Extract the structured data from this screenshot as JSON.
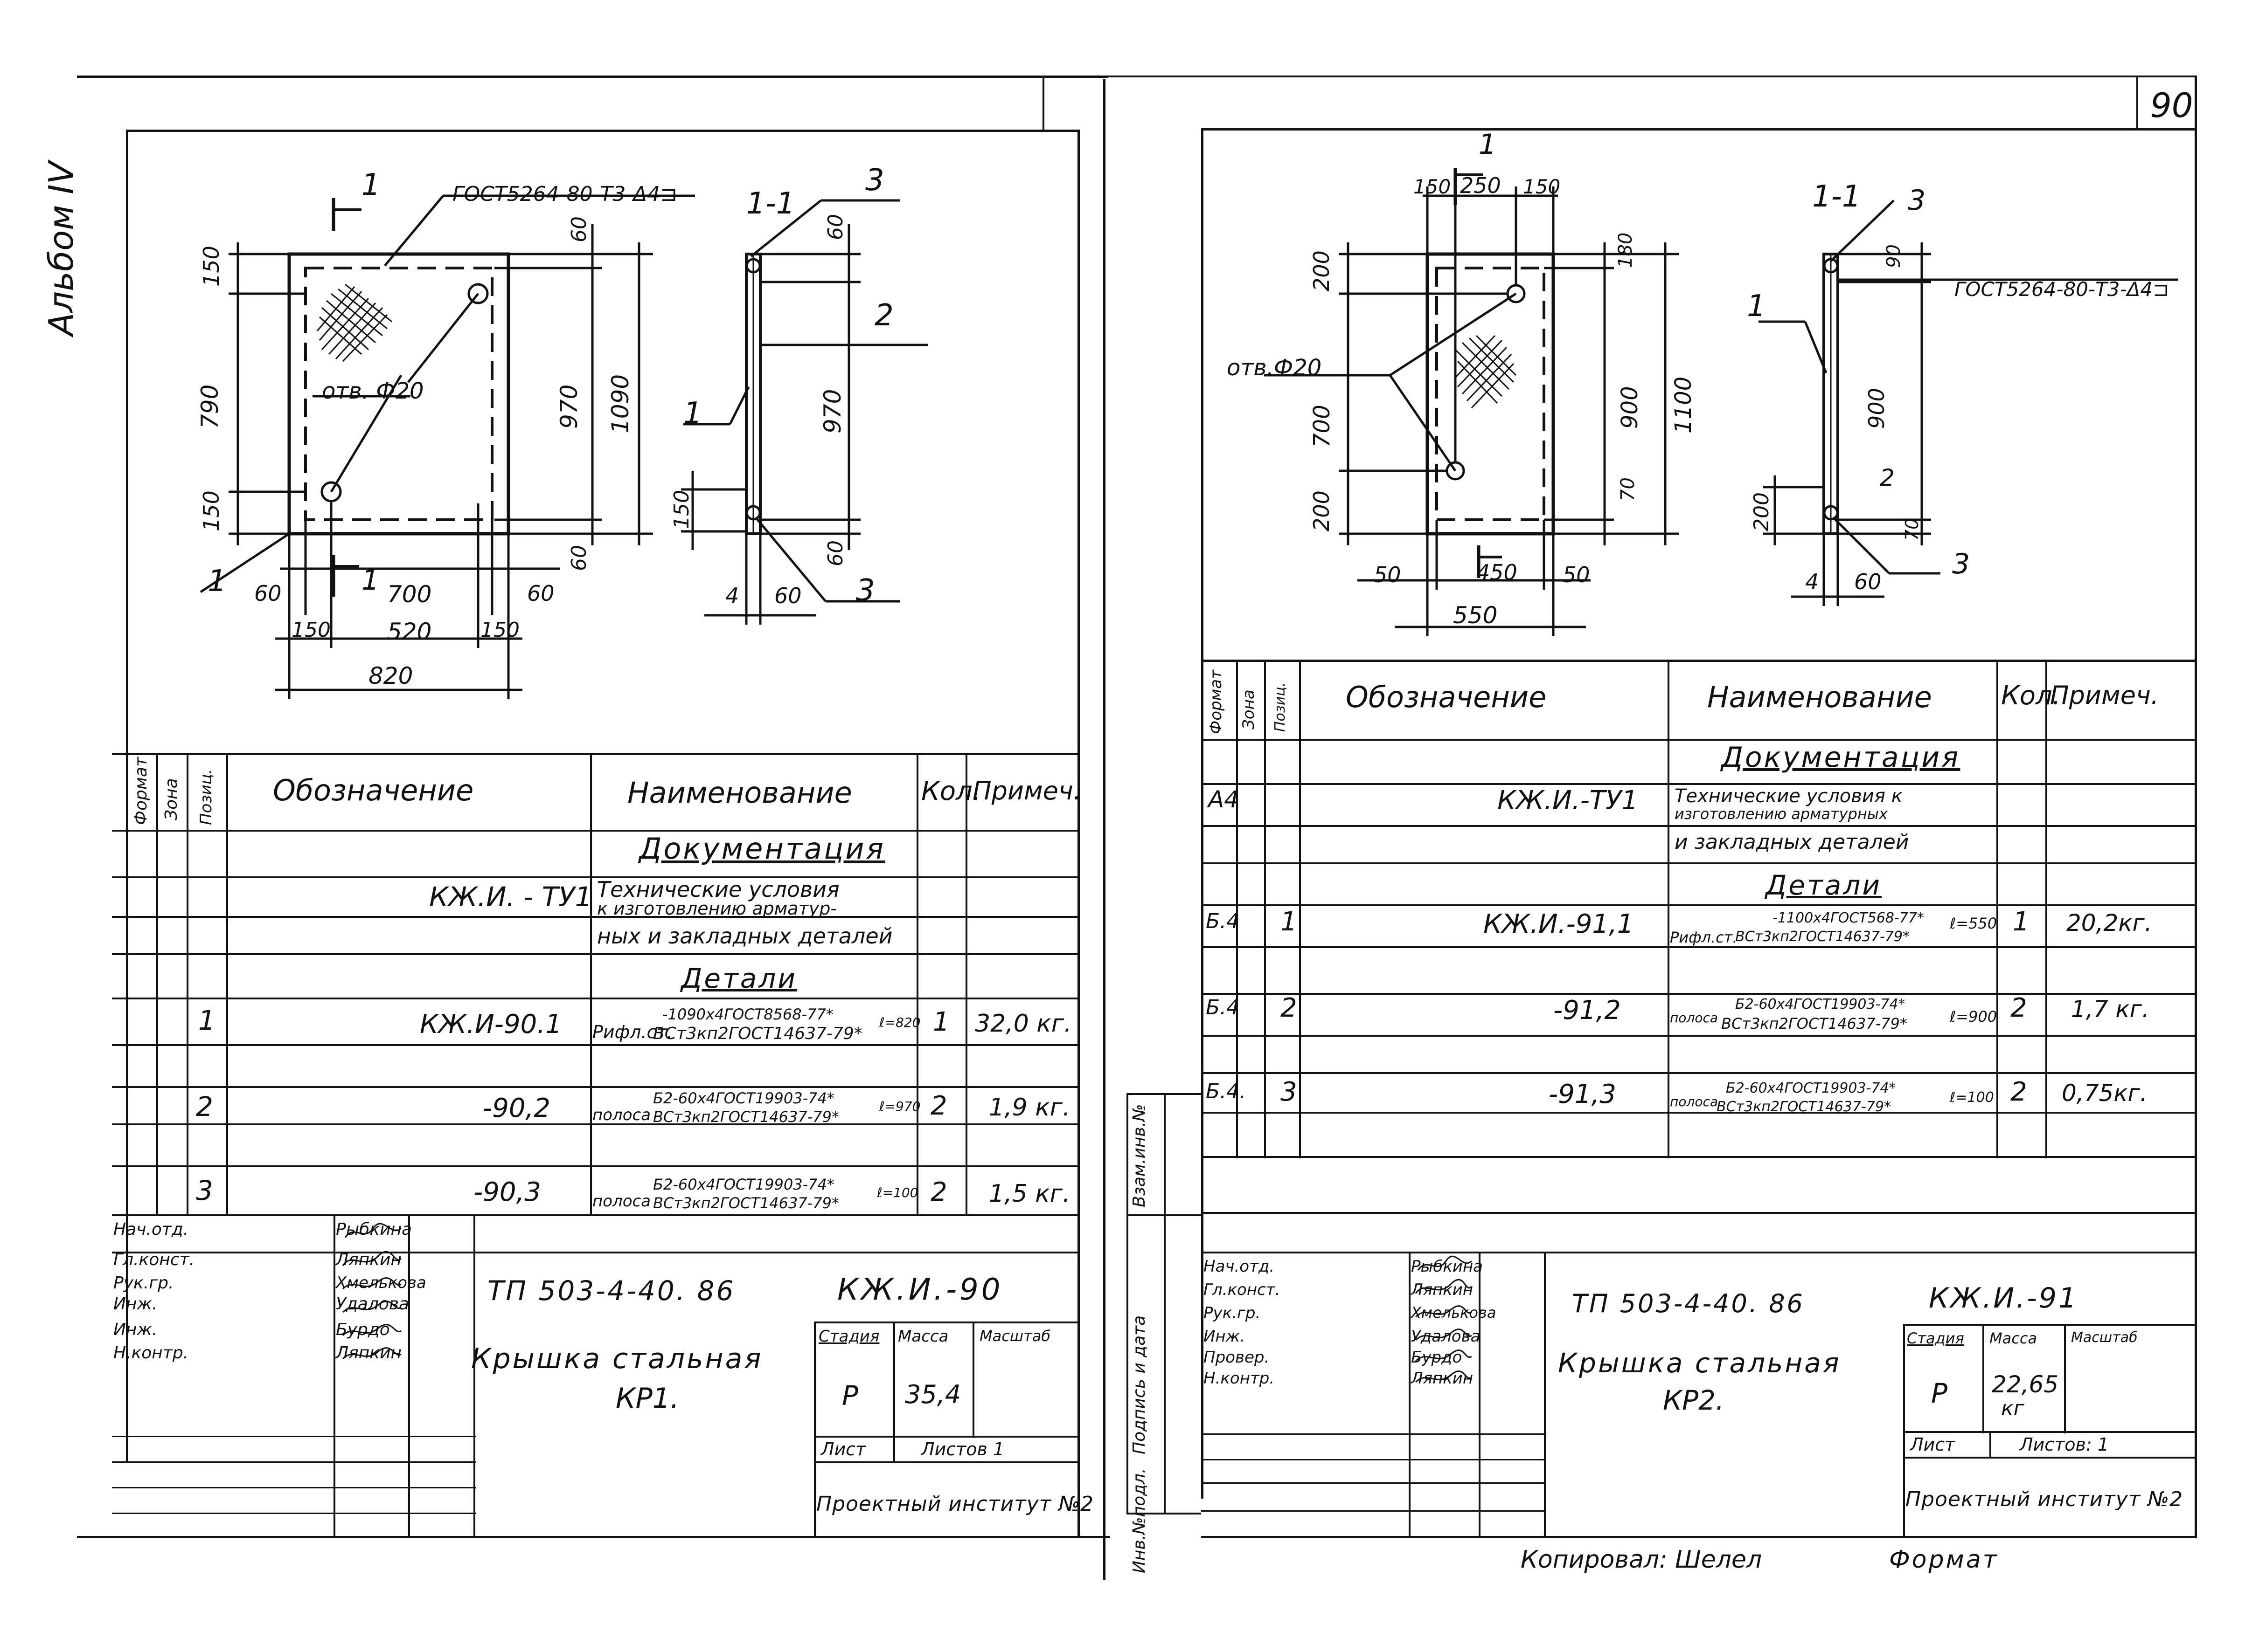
{
  "page": {
    "page_number": "90",
    "album": "Альбом IV",
    "copied_by": "Копировал: Шелел",
    "format": "Формат"
  },
  "left": {
    "drawing": {
      "gost_note": "ГОСТ5264-80-Т3-Δ4⊐",
      "hole": "отв. Ф20",
      "section": "1-1",
      "cut_mark": "1",
      "dims": [
        "150",
        "790",
        "150",
        "970",
        "1090",
        "60",
        "60",
        "60",
        "700",
        "60",
        "150",
        "520",
        "150",
        "820",
        "60",
        "970",
        "150",
        "60",
        "4",
        "60"
      ],
      "callouts": [
        "1",
        "2",
        "3",
        "1",
        "3",
        "1",
        "1"
      ]
    },
    "spec": {
      "headers": [
        "Формат",
        "Зона",
        "Позиц.",
        "Обозначение",
        "Наименование",
        "Кол.",
        "Примеч."
      ],
      "section_docs": "Документация",
      "doc_code": "КЖ.И. - ТУ1",
      "doc_name_1": "Технические условия",
      "doc_name_2": "к изготовлению арматур-",
      "doc_name_3": "ных и закладных деталей",
      "section_parts": "Детали",
      "rows": [
        {
          "pos": "1",
          "code": "КЖ.И-90.1",
          "name_pre": "Рифл.ст.",
          "name_top": "-1090х4ГОСТ8568-77*",
          "name_bot": "ВСт3кп2ГОСТ14637-79*",
          "len": "ℓ=820",
          "qty": "1",
          "note": "32,0 кг."
        },
        {
          "pos": "2",
          "code": "-90,2",
          "name_pre": "полоса",
          "name_top": "Б2-60х4ГОСТ19903-74*",
          "name_bot": "ВСт3кп2ГОСТ14637-79*",
          "len": "ℓ=970",
          "qty": "2",
          "note": "1,9 кг."
        },
        {
          "pos": "3",
          "code": "-90,3",
          "name_pre": "полоса",
          "name_top": "Б2-60х4ГОСТ19903-74*",
          "name_bot": "ВСт3кп2ГОСТ14637-79*",
          "len": "ℓ=100",
          "qty": "2",
          "note": "1,5 кг."
        }
      ]
    },
    "stamp": {
      "roles": [
        "Нач.отд.",
        "Гл.конст.",
        "Рук.гр.",
        "Инж.",
        "Инж.",
        "Н.контр."
      ],
      "names": [
        "Рыбкина",
        "Ляпкин",
        "Хмелькова",
        "Удалова",
        "Бурдо",
        "Ляпкин"
      ],
      "project": "ТП 503-4-40. 86",
      "code": "КЖ.И.-90",
      "title_1": "Крышка стальная",
      "title_2": "КР1.",
      "stage_h": "Стадия",
      "mass_h": "Масса",
      "scale_h": "Масштаб",
      "stage": "Р",
      "mass": "35,4",
      "sheet_h": "Лист",
      "sheets_h": "Листов 1",
      "org": "Проектный институт №2"
    }
  },
  "right": {
    "drawing": {
      "gost_note": "ГОСТ5264-80-Т3-Δ4⊐",
      "hole": "отв.Ф20",
      "section": "1-1",
      "cut_mark": "1",
      "dims": [
        "150",
        "250",
        "150",
        "200",
        "700",
        "200",
        "180",
        "900",
        "1100",
        "70",
        "50",
        "450",
        "50",
        "550",
        "90",
        "900",
        "200",
        "70",
        "4",
        "60",
        "2"
      ],
      "callouts": [
        "1",
        "3",
        "3"
      ]
    },
    "spec": {
      "headers": [
        "Формат",
        "Зона",
        "Позиц.",
        "Обозначение",
        "Наименование",
        "Кол.",
        "Примеч."
      ],
      "section_docs": "Документация",
      "doc_format": "А4",
      "doc_code": "КЖ.И.-ТУ1",
      "doc_name_1": "Технические условия к",
      "doc_name_2": "изготовлению арматурных",
      "doc_name_3": "и закладных деталей",
      "section_parts": "Детали",
      "rows": [
        {
          "fmt": "Б.4",
          "pos": "1",
          "code": "КЖ.И.-91,1",
          "name_pre": "Рифл.ст.",
          "name_top": "-1100х4ГОСТ568-77*",
          "name_bot": "ВСт3кп2ГОСТ14637-79*",
          "len": "ℓ=550",
          "qty": "1",
          "note": "20,2кг."
        },
        {
          "fmt": "Б.4",
          "pos": "2",
          "code": "-91,2",
          "name_pre": "полоса",
          "name_top": "Б2-60х4ГОСТ19903-74*",
          "name_bot": "ВСт3кп2ГОСТ14637-79*",
          "len": "ℓ=900",
          "qty": "2",
          "note": "1,7 кг."
        },
        {
          "fmt": "Б.4.",
          "pos": "3",
          "code": "-91,3",
          "name_pre": "полоса",
          "name_top": "Б2-60х4ГОСТ19903-74*",
          "name_bot": "ВСт3кп2ГОСТ14637-79*",
          "len": "ℓ=100",
          "qty": "2",
          "note": "0,75кг."
        }
      ]
    },
    "side_labels": [
      "Инв.№подл.",
      "Подпись и дата",
      "Взам.инв.№"
    ],
    "stamp": {
      "roles": [
        "Нач.отд.",
        "Гл.конст.",
        "Рук.гр.",
        "Инж.",
        "Провер.",
        "Н.контр."
      ],
      "names": [
        "Рыбкина",
        "Ляпкин",
        "Хмелькова",
        "Удалова",
        "Бурдо",
        "Ляпкин"
      ],
      "project": "ТП 503-4-40. 86",
      "code": "КЖ.И.-91",
      "title_1": "Крышка стальная",
      "title_2": "КР2.",
      "stage_h": "Стадия",
      "mass_h": "Масса",
      "scale_h": "Масштаб",
      "stage": "Р",
      "mass_1": "22,65",
      "mass_2": "кг",
      "sheet_h": "Лист",
      "sheets_h": "Листов: 1",
      "org": "Проектный институт №2"
    }
  }
}
